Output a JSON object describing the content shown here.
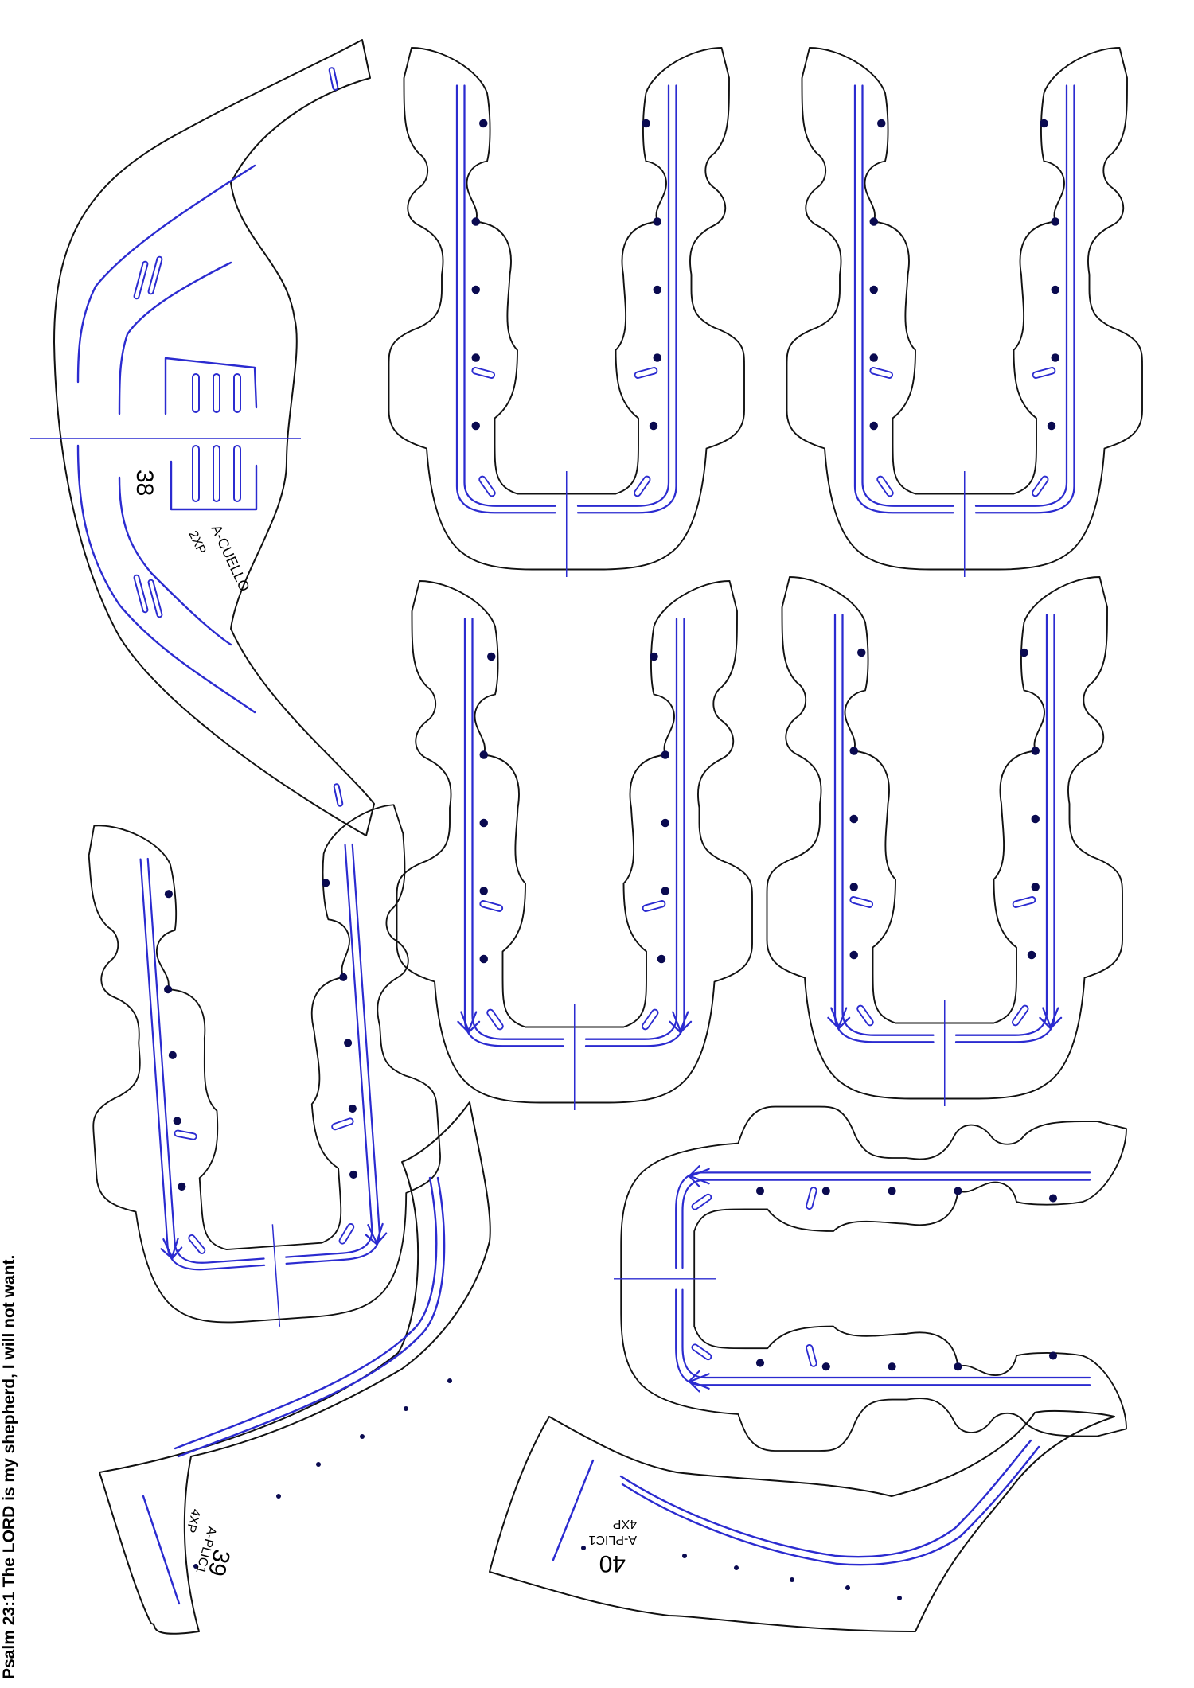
{
  "sheet": {
    "verse": "Psalm 23:1 The LORD is my shepherd, I will not want."
  },
  "parts": [
    {
      "id": "cuello",
      "number": "38",
      "name": "A-CUELLO",
      "qty": "2XP"
    },
    {
      "id": "plic-39",
      "number": "39",
      "name": "A-PLIC1",
      "qty": "4XP"
    },
    {
      "id": "plic-40",
      "number": "40",
      "name": "A-PLIC1",
      "qty": "4XP"
    }
  ],
  "colors": {
    "outline": "#111111",
    "score_line": "#2b2bd0",
    "hole": "#0a0a50",
    "background": "#ffffff"
  }
}
